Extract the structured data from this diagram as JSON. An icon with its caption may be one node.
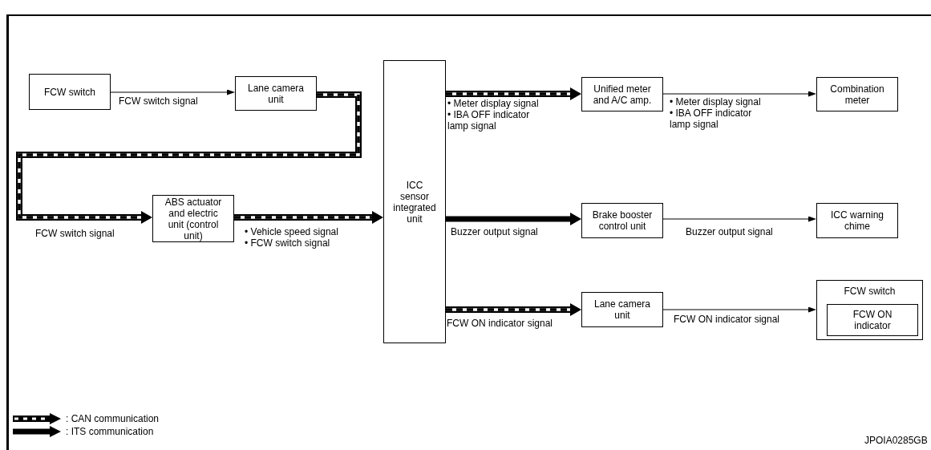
{
  "diagram": {
    "nodes": [
      {
        "text": [
          "FCW switch"
        ]
      },
      {
        "text": [
          "Lane camera unit"
        ]
      },
      {
        "text": [
          "ABS actuator and electric unit (control unit)"
        ]
      },
      {
        "text": [
          "ICC sensor integrated unit"
        ]
      },
      {
        "text": [
          "Unified meter and A/C amp."
        ]
      },
      {
        "text": [
          "Combination meter"
        ]
      },
      {
        "text": [
          "Brake booster control unit"
        ]
      },
      {
        "text": [
          "ICC warning chime"
        ]
      },
      {
        "text": [
          "Lane camera unit"
        ]
      },
      {
        "text": [
          "FCW switch"
        ]
      },
      {
        "text": [
          "FCW ON indicator"
        ],
        "in": 9
      }
    ],
    "edges": [
      {
        "from": 0,
        "to": 1,
        "arrow": "to",
        "label": "FCW switch signal"
      },
      {
        "from": 1,
        "to": 2,
        "arrow": "to",
        "label": "FCW switch signal",
        "style": "dashed"
      },
      {
        "from": 2,
        "to": 3,
        "arrow": "to",
        "label": "• Vehicle speed signal • FCW switch signal",
        "style": "dashed"
      },
      {
        "from": 3,
        "to": 4,
        "arrow": "to",
        "label": "• Meter display signal • IBA OFF indicator lamp signal",
        "style": "dashed"
      },
      {
        "from": 4,
        "to": 5,
        "arrow": "to",
        "label": "• Meter display signal • IBA OFF indicator lamp signal"
      },
      {
        "from": 3,
        "to": 6,
        "arrow": "to",
        "label": "Buzzer output signal",
        "style": "thick"
      },
      {
        "from": 6,
        "to": 7,
        "arrow": "to",
        "label": "Buzzer output signal"
      },
      {
        "from": 3,
        "to": 8,
        "arrow": "to",
        "label": "FCW ON indicator signal",
        "style": "dashed"
      },
      {
        "from": 8,
        "to": 9,
        "arrow": "to",
        "label": "FCW ON indicator signal"
      }
    ],
    "labels": [
      "JPOIA0285GB"
    ],
    "legend": [
      {
        "text": ": CAN communication"
      },
      {
        "text": ": ITS communication"
      }
    ]
  }
}
